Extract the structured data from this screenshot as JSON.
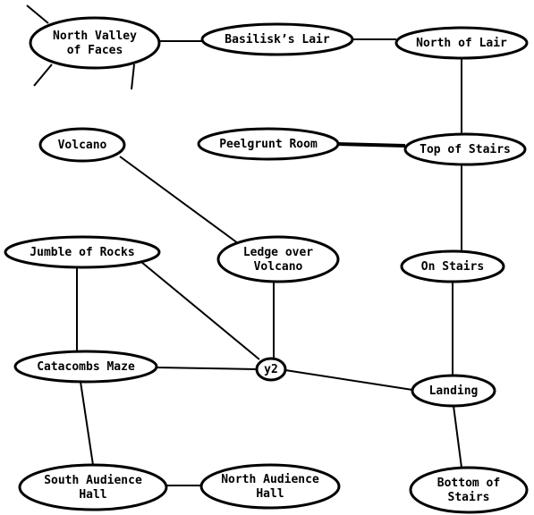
{
  "map": {
    "colors": {
      "ink": "#000000",
      "paper": "#ffffff"
    },
    "rooms": [
      {
        "id": "north-valley",
        "lines": [
          "North Valley",
          "of Faces"
        ]
      },
      {
        "id": "basilisks-lair",
        "lines": [
          "Basilisk’s Lair"
        ]
      },
      {
        "id": "north-of-lair",
        "lines": [
          "North of Lair"
        ]
      },
      {
        "id": "volcano",
        "lines": [
          "Volcano"
        ]
      },
      {
        "id": "peelgrunt-room",
        "lines": [
          "Peelgrunt Room"
        ]
      },
      {
        "id": "top-of-stairs",
        "lines": [
          "Top of Stairs"
        ]
      },
      {
        "id": "jumble-of-rocks",
        "lines": [
          "Jumble of Rocks"
        ]
      },
      {
        "id": "ledge-over-volcano",
        "lines": [
          "Ledge over",
          "Volcano"
        ]
      },
      {
        "id": "on-stairs",
        "lines": [
          "On Stairs"
        ]
      },
      {
        "id": "catacombs-maze",
        "lines": [
          "Catacombs Maze"
        ]
      },
      {
        "id": "y2",
        "lines": [
          "y2"
        ]
      },
      {
        "id": "landing",
        "lines": [
          "Landing"
        ]
      },
      {
        "id": "south-audience-hall",
        "lines": [
          "South Audience",
          "Hall"
        ]
      },
      {
        "id": "north-audience-hall",
        "lines": [
          "North Audience",
          "Hall"
        ]
      },
      {
        "id": "bottom-of-stairs",
        "lines": [
          "Bottom of",
          "Stairs"
        ]
      }
    ],
    "connections": [
      [
        "north-valley",
        "basilisks-lair"
      ],
      [
        "basilisks-lair",
        "north-of-lair"
      ],
      [
        "north-of-lair",
        "top-of-stairs"
      ],
      [
        "peelgrunt-room",
        "top-of-stairs"
      ],
      [
        "top-of-stairs",
        "on-stairs"
      ],
      [
        "on-stairs",
        "landing"
      ],
      [
        "landing",
        "bottom-of-stairs"
      ],
      [
        "volcano",
        "ledge-over-volcano"
      ],
      [
        "ledge-over-volcano",
        "y2"
      ],
      [
        "jumble-of-rocks",
        "y2"
      ],
      [
        "jumble-of-rocks",
        "catacombs-maze"
      ],
      [
        "catacombs-maze",
        "y2"
      ],
      [
        "y2",
        "landing"
      ],
      [
        "catacombs-maze",
        "south-audience-hall"
      ],
      [
        "south-audience-hall",
        "north-audience-hall"
      ]
    ]
  }
}
